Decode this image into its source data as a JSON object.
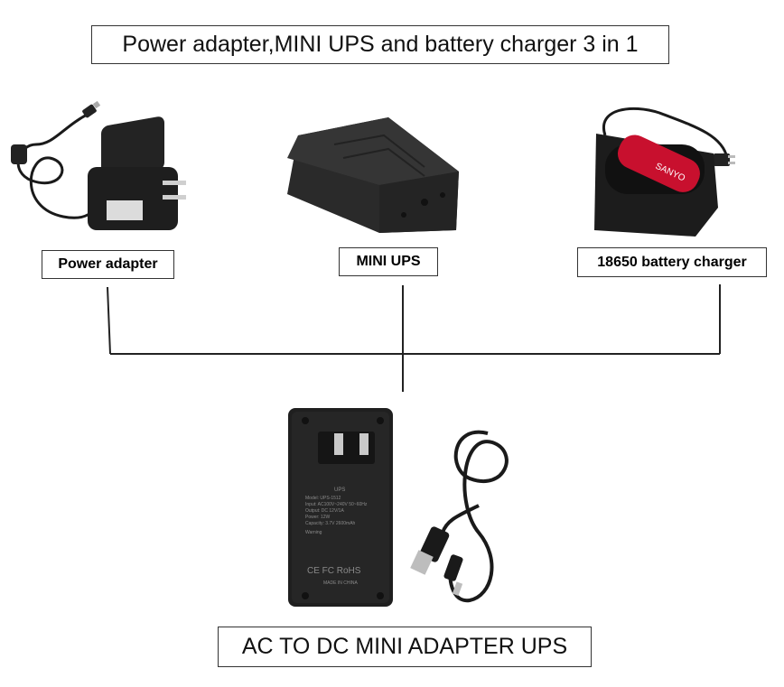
{
  "title": "Power adapter,MINI UPS and battery charger 3 in 1",
  "labels": {
    "adapter": "Power adapter",
    "ups": "MINI UPS",
    "charger": "18650 battery charger"
  },
  "bottom_label": "AC TO DC MINI ADAPTER UPS",
  "battery_text": "SANYO",
  "device_label": {
    "heading": "UPS",
    "model": "Model: UPS-1512",
    "input": "Input:  AC100V~240V 50~60Hz",
    "output": "Output: DC 12V/1A",
    "power": "Power:  12W",
    "capacity": "Capacity: 3.7V 2600mAh",
    "warning": "Warning",
    "made_in": "MADE IN CHINA"
  },
  "colors": {
    "line": "#222222",
    "device_body": "#1f1f1f",
    "battery": "#c8102e"
  }
}
